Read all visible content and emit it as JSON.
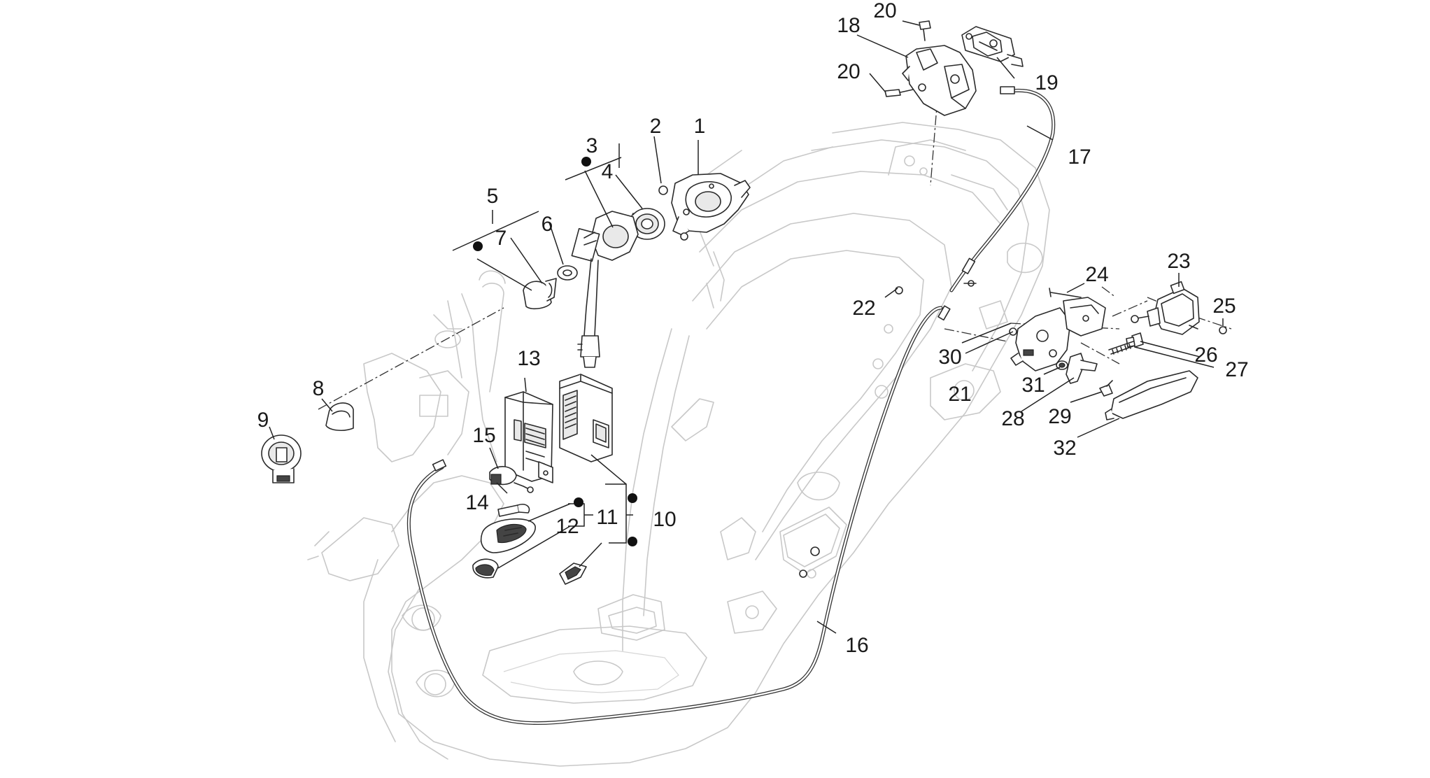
{
  "callouts": {
    "c1": "1",
    "c2": "2",
    "c3": "3",
    "c4": "4",
    "c5": "5",
    "c6": "6",
    "c7": "7",
    "c8": "8",
    "c9": "9",
    "c10": "10",
    "c11": "11",
    "c12": "12",
    "c13": "13",
    "c14": "14",
    "c15": "15",
    "c16": "16",
    "c17": "17",
    "c18": "18",
    "c19": "19",
    "c20a": "20",
    "c20b": "20",
    "c21": "21",
    "c22": "22",
    "c23": "23",
    "c24": "24",
    "c25": "25",
    "c26": "26",
    "c27": "27",
    "c28": "28",
    "c29": "29",
    "c30": "30",
    "c31": "31",
    "c32": "32"
  },
  "colors": {
    "frame": "#c8c8c8",
    "part_outline": "#2a2a2a",
    "text": "#1a1a1a"
  }
}
